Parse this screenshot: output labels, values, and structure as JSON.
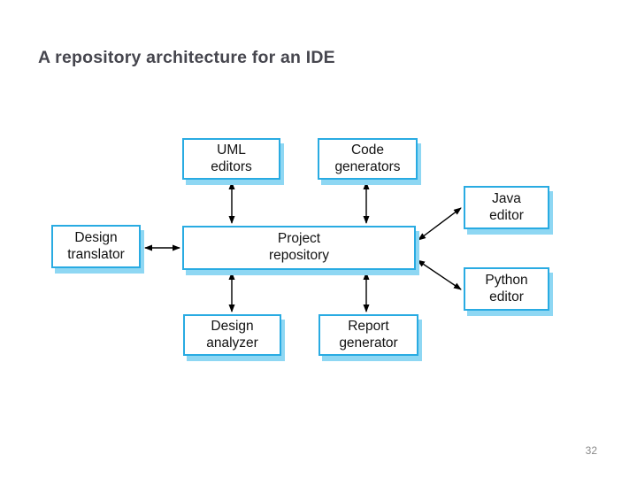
{
  "slide": {
    "title": "A repository architecture for an IDE",
    "page_number": "32"
  },
  "colors": {
    "box_border": "#29abe2",
    "box_shadow": "#8ed7f3",
    "title_text": "#46464e",
    "diagram_text": "#121212",
    "arrow": "#000000",
    "page_number_text": "#8a8a8a",
    "background": "#ffffff"
  },
  "diagram": {
    "nodes": {
      "uml_editors": {
        "label": "UML\neditors"
      },
      "code_generators": {
        "label": "Code\ngenerators"
      },
      "java_editor": {
        "label": "Java\neditor"
      },
      "design_translator": {
        "label": "Design\ntranslator"
      },
      "project_repository": {
        "label": "Project\nrepository"
      },
      "python_editor": {
        "label": "Python\neditor"
      },
      "design_analyzer": {
        "label": "Design\nanalyzer"
      },
      "report_generator": {
        "label": "Report\ngenerator"
      }
    },
    "edges": [
      {
        "from": "uml_editors",
        "to": "project_repository",
        "style": "double-arrow"
      },
      {
        "from": "code_generators",
        "to": "project_repository",
        "style": "double-arrow"
      },
      {
        "from": "design_translator",
        "to": "project_repository",
        "style": "double-arrow"
      },
      {
        "from": "java_editor",
        "to": "project_repository",
        "style": "double-arrow"
      },
      {
        "from": "python_editor",
        "to": "project_repository",
        "style": "double-arrow"
      },
      {
        "from": "design_analyzer",
        "to": "project_repository",
        "style": "double-arrow"
      },
      {
        "from": "report_generator",
        "to": "project_repository",
        "style": "double-arrow"
      }
    ]
  }
}
